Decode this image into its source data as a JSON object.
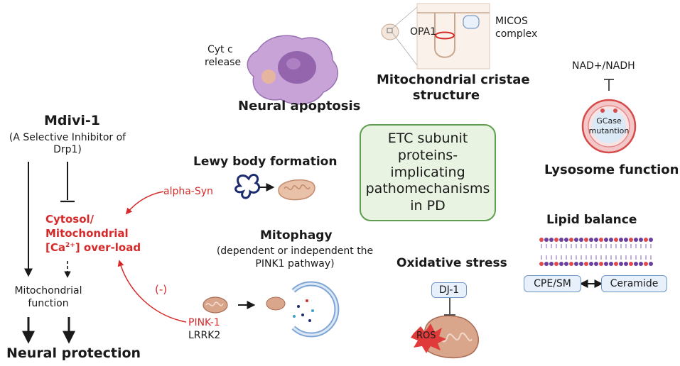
{
  "left": {
    "mdivi_title": "Mdivi-1",
    "mdivi_sub1": "(A Selective Inhibitor of",
    "mdivi_sub2": "Drp1)",
    "calcium_line1": "Cytosol/",
    "calcium_line2": "Mitochondrial",
    "calcium_line3_a": "[Ca",
    "calcium_line3_sup": "2+",
    "calcium_line3_b": "] over-load",
    "mito_function_line1": "Mitochondrial",
    "mito_function_line2": "function",
    "neural_protection": "Neural protection",
    "minus_label": "(-)"
  },
  "apoptosis": {
    "cytc_line1": "Cyt c",
    "cytc_line2": "release",
    "title": "Neural apoptosis"
  },
  "cristae": {
    "opa1": "OPA1",
    "micos_line1": "MICOS",
    "micos_line2": "complex",
    "title_line1": "Mitochondrial cristae",
    "title_line2": "structure"
  },
  "lysosome": {
    "nad": "NAD+/NADH",
    "gcase_line1": "GCase",
    "gcase_line2": "mutantion",
    "title": "Lysosome function"
  },
  "center": {
    "lines": [
      "ETC subunit",
      "proteins-",
      "implicating",
      "pathomechanisms",
      "in PD"
    ]
  },
  "lewy": {
    "title": "Lewy body formation",
    "alpha_syn": "alpha-Syn"
  },
  "mitophagy": {
    "title": "Mitophagy",
    "sub1": "(dependent or independent the",
    "sub2": "PINK1 pathway)",
    "pink1": "PINK-1",
    "lrrk2": "LRRK2"
  },
  "oxidative": {
    "title": "Oxidative stress",
    "dj1": "DJ-1",
    "ros": "ROS"
  },
  "lipid": {
    "title": "Lipid balance",
    "cpe_sm": "CPE/SM",
    "ceramide": "Ceramide"
  },
  "colors": {
    "red": "#d62a2a",
    "green": "#5f9d50",
    "blue": "#6f96c4"
  }
}
